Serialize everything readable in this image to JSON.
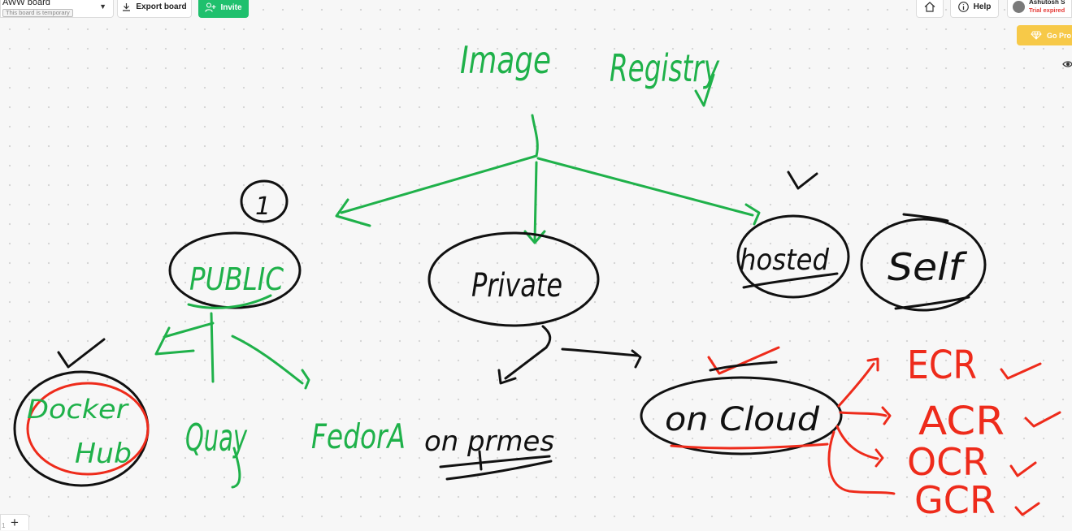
{
  "toolbar": {
    "board_name": "AWW board",
    "temp_notice": "This board is temporary",
    "export_label": "Export board",
    "invite_label": "Invite",
    "help_label": "Help",
    "user_name": "Ashutosh S",
    "trial_status": "Trial expired",
    "gopro_label": "Go Pro"
  },
  "canvas": {
    "title_word1": "Image",
    "title_word2": "Registry",
    "nodes": {
      "public": "PUBLIC",
      "private": "Private",
      "hosted": "hosted",
      "self": "Self",
      "docker_line1": "Docker",
      "docker_line2": "Hub",
      "quay": "Quay",
      "fedora": "FedorA",
      "on_premises": "on prmes",
      "on_cloud": "on Cloud",
      "label_1": "1"
    },
    "cloud_registries": [
      "ECR",
      "ACR",
      "OCR",
      "GCR"
    ]
  },
  "colors": {
    "ink_green": "#1fb14a",
    "ink_black": "#111111",
    "ink_red": "#ee2b1b",
    "invite_green": "#1fc06d",
    "gopro_yellow": "#f7c948"
  },
  "page": {
    "add_button": "+",
    "page_number": "1"
  }
}
